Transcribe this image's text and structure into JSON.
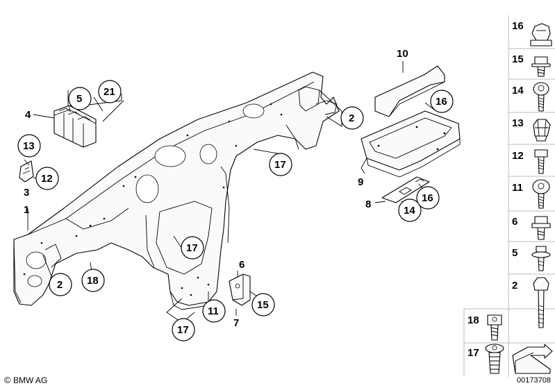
{
  "callouts": {
    "c1": "1",
    "c2a": "2",
    "c2b": "2",
    "c3": "3",
    "c4": "4",
    "c5": "5",
    "c6": "6",
    "c7": "7",
    "c8": "8",
    "c9": "9",
    "c10": "10",
    "c11": "11",
    "c12": "12",
    "c13": "13",
    "c14": "14",
    "c15": "15",
    "c16a": "16",
    "c16b": "16",
    "c17a": "17",
    "c17b": "17",
    "c17c": "17",
    "c18": "18",
    "c21": "21"
  },
  "fasteners": [
    {
      "label": "16",
      "icon": "cap-nut-icon"
    },
    {
      "label": "15",
      "icon": "flange-screw-icon"
    },
    {
      "label": "14",
      "icon": "hex-bolt-icon"
    },
    {
      "label": "13",
      "icon": "expanding-nut-icon"
    },
    {
      "label": "12",
      "icon": "torx-screw-icon"
    },
    {
      "label": "11",
      "icon": "threaded-bolt-icon"
    },
    {
      "label": "6",
      "icon": "collar-screw-icon"
    },
    {
      "label": "5",
      "icon": "washer-screw-icon"
    },
    {
      "label": "2",
      "icon": "long-bolt-icon"
    }
  ],
  "bottom_fasteners": [
    {
      "label": "18",
      "icon": "socket-screw-icon"
    },
    {
      "label": "17",
      "icon": "plastic-rivet-icon"
    }
  ],
  "footer": {
    "copyright_symbol": "©",
    "copyright_text": "BMW AG",
    "document_number": "00173708"
  }
}
